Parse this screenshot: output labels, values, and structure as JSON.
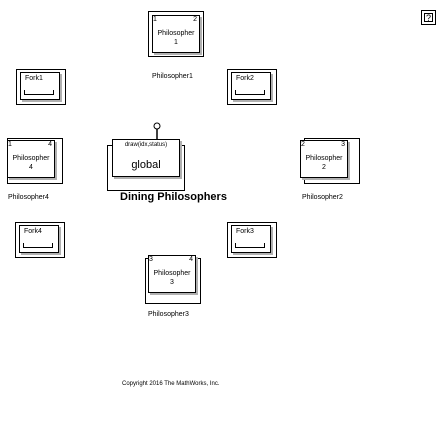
{
  "philosophers": [
    {
      "id": "ph1",
      "port_left": "1",
      "port_right": "2",
      "text_name": "Philosopher",
      "text_num": "1",
      "label": "Philosopher1"
    },
    {
      "id": "ph2",
      "port_left": "2",
      "port_right": "3",
      "text_name": "Philosopher",
      "text_num": "2",
      "label": "Philosopher2"
    },
    {
      "id": "ph3",
      "port_left": "3",
      "port_right": "4",
      "text_name": "Philosopher",
      "text_num": "3",
      "label": "Philosopher3"
    },
    {
      "id": "ph4",
      "port_left": "1",
      "port_right": "4",
      "text_name": "Philosopher",
      "text_num": "4",
      "label": "Philosopher4"
    }
  ],
  "forks": [
    {
      "id": "fork1",
      "label": "Fork1"
    },
    {
      "id": "fork2",
      "label": "Fork2"
    },
    {
      "id": "fork3",
      "label": "Fork3"
    },
    {
      "id": "fork4",
      "label": "Fork4"
    }
  ],
  "draw_block": {
    "label": "draw(idx,status)",
    "scope": "global"
  },
  "title": "Dining Philosophers",
  "copyright": "Copyright 2016 The MathWorks, Inc.",
  "icons": {
    "help": "question-mark-icon",
    "pin": "pin-icon"
  },
  "colors": {
    "line": "#000000",
    "shadow": "#b0b0b0",
    "background": "#ffffff"
  }
}
